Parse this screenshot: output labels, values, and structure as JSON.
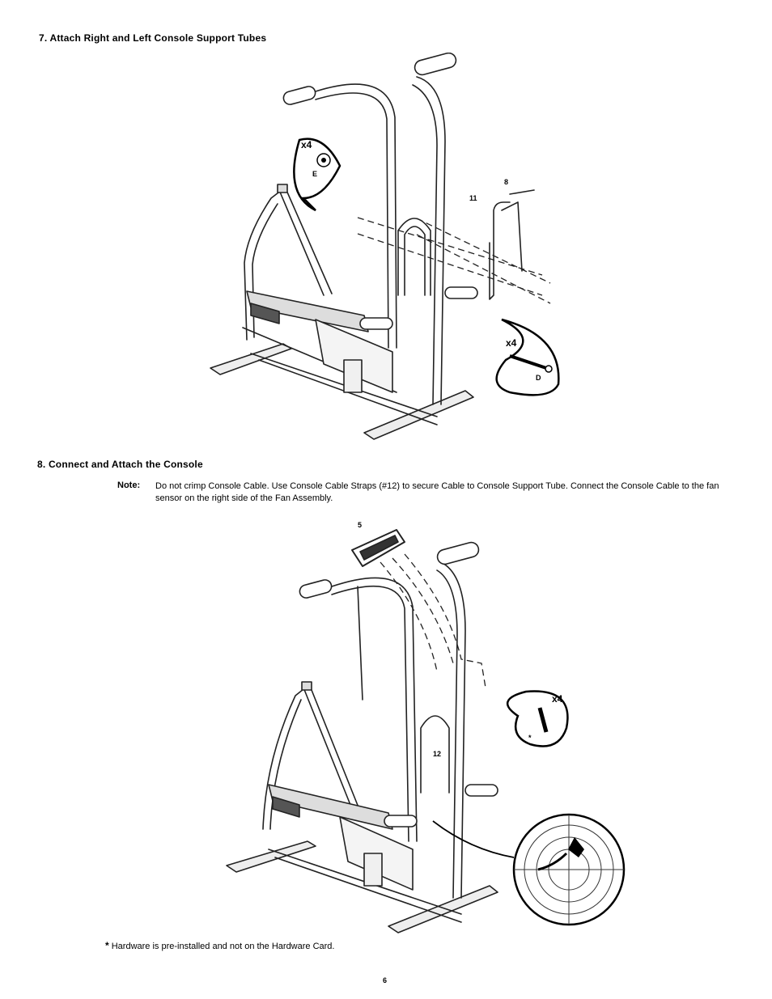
{
  "steps": [
    {
      "heading": "7. Attach Right and Left Console Support Tubes",
      "callouts": {
        "bushing_qty": "x4",
        "bushing_letter": "E",
        "bolt_qty": "x4",
        "bolt_letter": "D",
        "part_a": "8",
        "part_b": "11"
      }
    },
    {
      "heading": "8. Connect and Attach the Console",
      "note_label": "Note:",
      "note_text": "Do not crimp Console Cable. Use Console Cable Straps (#12) to secure Cable to Console Support Tube. Connect the Console Cable to the fan sensor on the right side of the Fan Assembly.",
      "callouts": {
        "console_part": "5",
        "screw_qty": "x4",
        "screw_mark": "*",
        "strap_part": "12"
      }
    }
  ],
  "footnote": {
    "mark": "*",
    "text": " Hardware is pre-installed and not on the Hardware Card."
  },
  "page_number": "6"
}
